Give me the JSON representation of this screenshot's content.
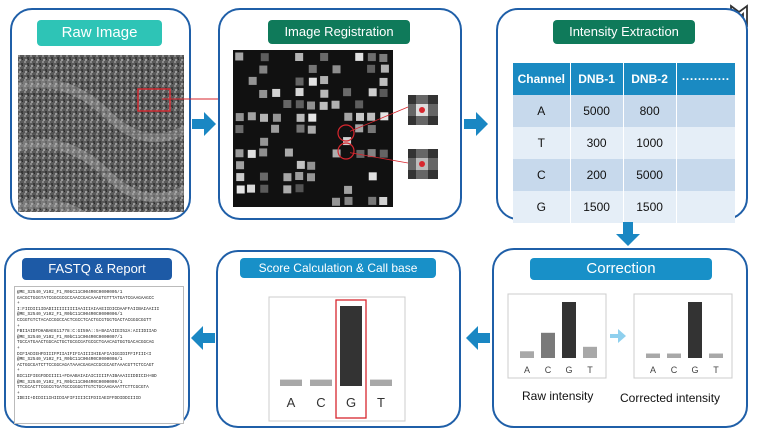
{
  "colors": {
    "border": "#1f5fa8",
    "arrow": "#1a87c3",
    "raw": "#2ec4b6",
    "reg": "#0f7a5a",
    "score": "#1890c8",
    "tableHead": "#1a8ac2",
    "highlight": "#d7262e"
  },
  "panels": {
    "raw_image": {
      "title": "Raw Image"
    },
    "registration": {
      "title": "Image Registration"
    },
    "intensity": {
      "title": "Intensity Extraction"
    },
    "correction": {
      "title": "Correction"
    },
    "score": {
      "title": "Score Calculation & Call base"
    },
    "fastq": {
      "title": "FASTQ & Report"
    }
  },
  "intensity_table": {
    "headers": [
      "Channel",
      "DNB-1",
      "DNB-2",
      "············"
    ],
    "rows": [
      [
        "A",
        "5000",
        "800",
        ""
      ],
      [
        "T",
        "300",
        "1000",
        ""
      ],
      [
        "C",
        "200",
        "5000",
        ""
      ],
      [
        "G",
        "1500",
        "1500",
        ""
      ]
    ]
  },
  "correction": {
    "raw_label": "Raw intensity",
    "corrected_label": "Corrected intensity",
    "bases": [
      "A",
      "C",
      "G",
      "T"
    ],
    "raw_values": [
      0.12,
      0.45,
      1.0,
      0.2
    ],
    "corrected_values": [
      0.08,
      0.08,
      1.0,
      0.08
    ]
  },
  "score": {
    "bases": [
      "A",
      "C",
      "G",
      "T"
    ],
    "values": [
      0.08,
      0.08,
      1.0,
      0.08
    ],
    "called": "G"
  },
  "fastq_lines": [
    "@ME_S2540_V102_F1_R0bC11C004R0C0000005/1",
    "GACGCTGGGTATCGGCGCGCCAACCGACAAAGTGTTTATGATCGAAGAAGCC",
    "+",
    "I:FIIDII1IDADIIIIIIIIIIAAIIIAIAAEIIDICDAAFFAIIBAIAAIII",
    "@ME_S2540_V102_F1_R0bC11C004R0C0000006/1",
    "CCGGTGTCTACACCGGCCACTCGCCTCACTGCGTGGTGACTACGGGCGGTT",
    "+",
    "FBIIAIDFDHABAE611778:C:GI59A::5+BAIAIIEI52A:AIIIDIIAD",
    "@ME_S2540_V102_F1_R0bC11C004R0C0000007/1",
    "TGCCATGAACTGGCACTGCTGCGCGATGCGCTGAACAGTGGTGACACGGCAG",
    "+",
    "DIFIADIEHFDIIIFPIIAIFIFIAIIIIHIEAFIAIGGIDIFFIFIII<I",
    "@ME_S2540_V102_F1_R0bC11C004R0C0000008/1",
    "ACTGGCGATCTTCCGGCAGATAAACGAGACCGCGCAGTAAACGTTCTCCAGT",
    "+",
    "BIC1IFIEGFDDIIII1+FDAABAIAIAICIIIIFAIBAAAIIIDDICIH+BD",
    "@ME_S2540_V102_F1_R0bC11C004R0C0000009/1",
    "TTCGCACTTCGGCGTGATGCCGGGGTTGTCTGCAAGAAATTCTTCGCGTA",
    "+",
    "IDEII+DIDII1IHIIDIAFIFIIIICIFDIIAEIFFDDIDDIIIID"
  ]
}
